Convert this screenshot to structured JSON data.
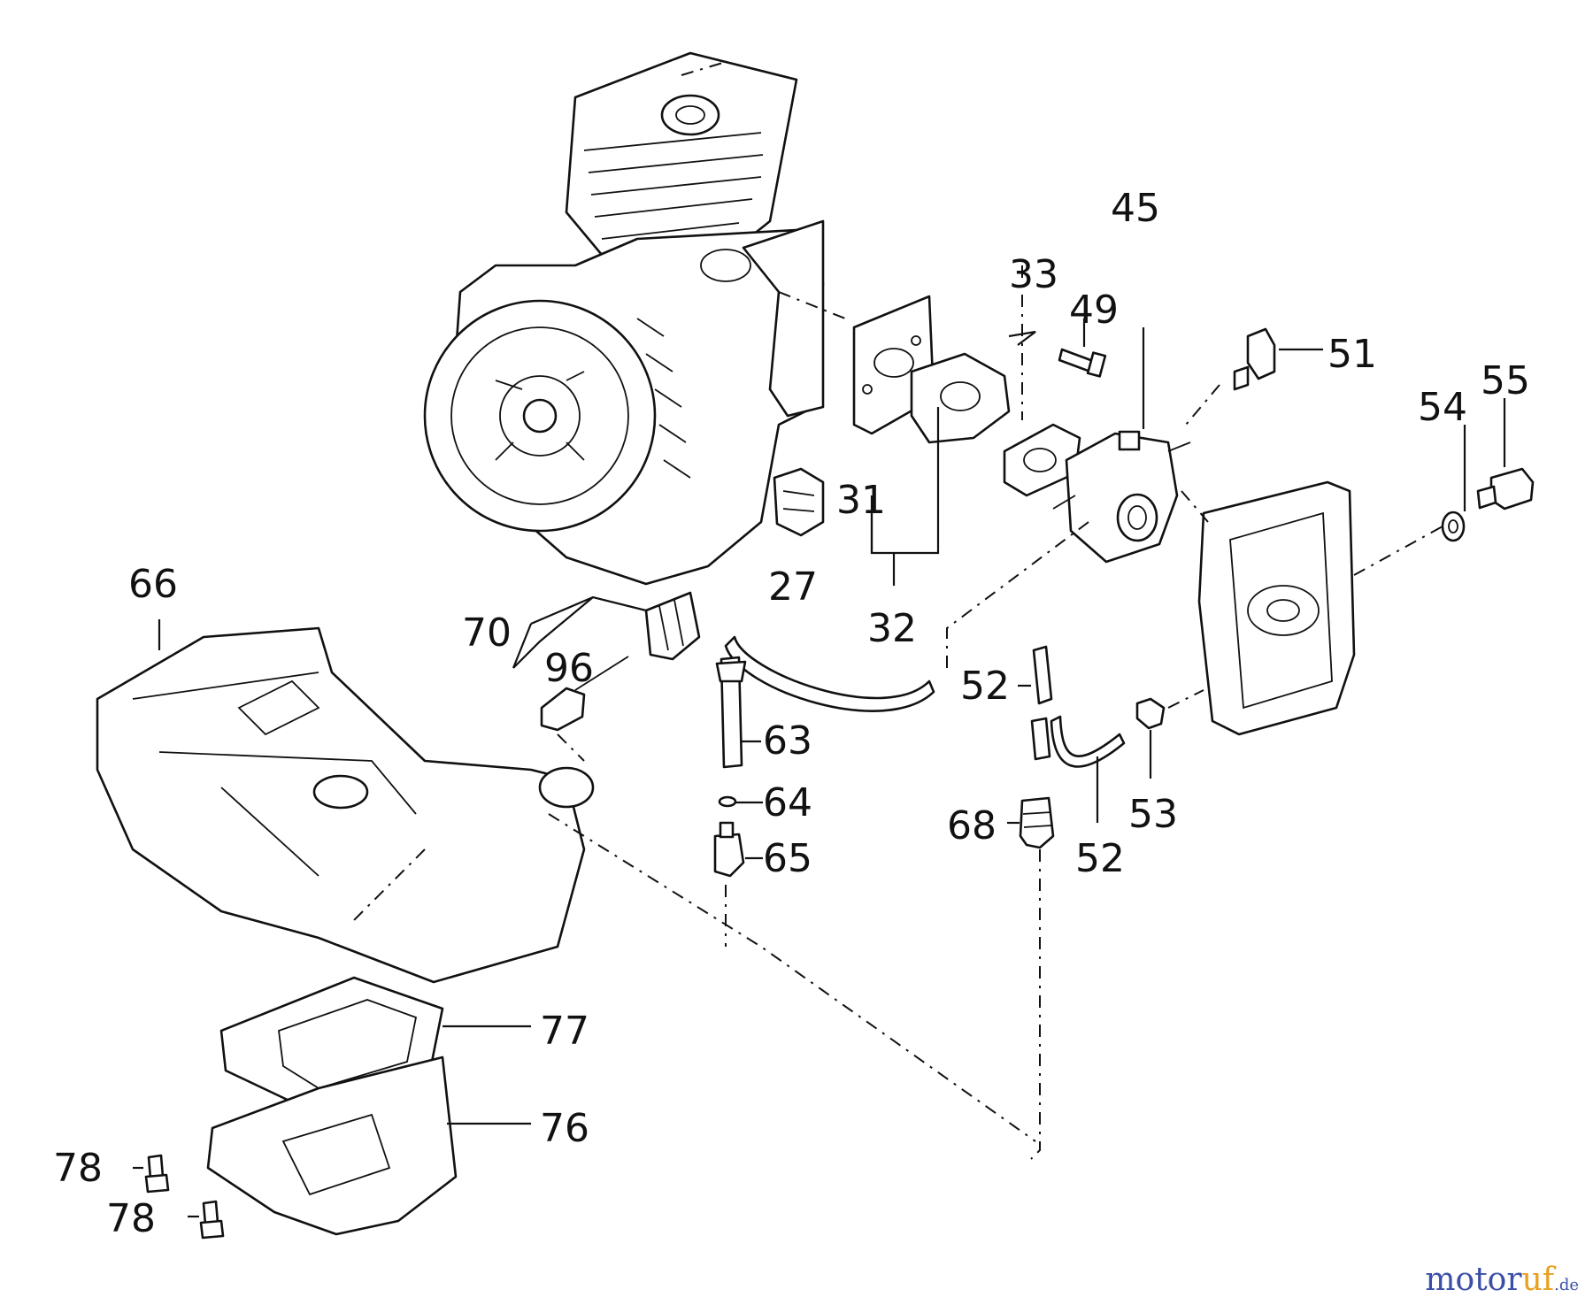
{
  "labels": {
    "p27": "27",
    "p31": "31",
    "p32": "32",
    "p33": "33",
    "p45": "45",
    "p49": "49",
    "p51": "51",
    "p52a": "52",
    "p52b": "52",
    "p53": "53",
    "p54": "54",
    "p55": "55",
    "p63": "63",
    "p64": "64",
    "p65": "65",
    "p66": "66",
    "p68": "68",
    "p70": "70",
    "p76": "76",
    "p77": "77",
    "p78a": "78",
    "p78b": "78",
    "p96": "96"
  },
  "watermark": {
    "main": "motor",
    "accent": "uf",
    "tld": ".de"
  },
  "colors": {
    "ink": "#111111",
    "background": "#ffffff",
    "brand": "#3b4fa8",
    "brand_accent": "#e8a020"
  }
}
